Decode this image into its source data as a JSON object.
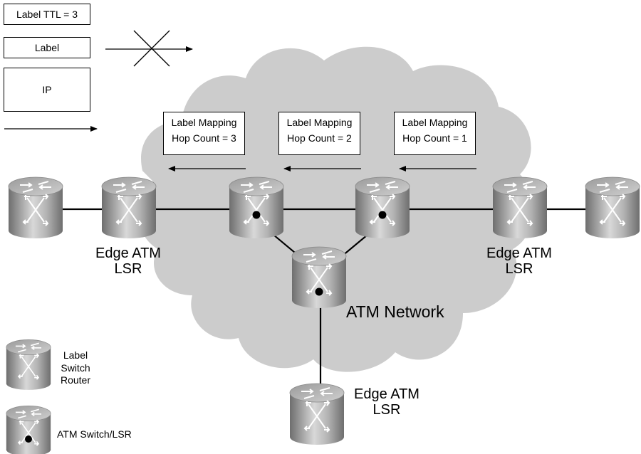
{
  "legend": {
    "label_ttl": "Label TTL = 3",
    "label": "Label",
    "ip": "IP",
    "label_switch_router": [
      "Label",
      "Switch",
      "Router"
    ],
    "atm_switch_lsr": "ATM Switch/LSR"
  },
  "messages": [
    {
      "line1": "Label Mapping",
      "line2": "Hop Count = 3"
    },
    {
      "line1": "Label Mapping",
      "line2": "Hop Count = 2"
    },
    {
      "line1": "Label Mapping",
      "line2": "Hop Count = 1"
    }
  ],
  "labels": {
    "edge_left": [
      "Edge ATM",
      "LSR"
    ],
    "edge_right": [
      "Edge ATM",
      "LSR"
    ],
    "edge_bottom": [
      "Edge ATM",
      "LSR"
    ],
    "atm_network": "ATM Network"
  },
  "colors": {
    "cloud": "#cccccc",
    "device_dark": "#7a7a7a",
    "device_light": "#d6d6d6"
  }
}
